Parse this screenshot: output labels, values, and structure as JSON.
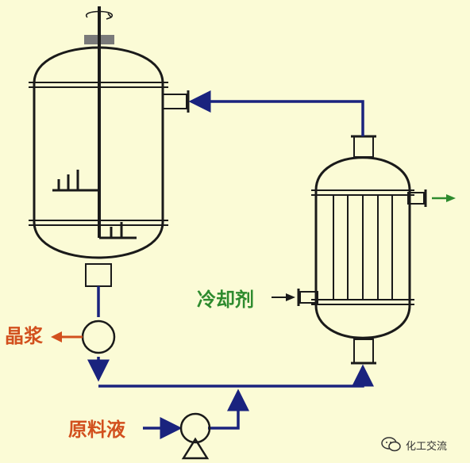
{
  "labels": {
    "crystal_slurry": "晶浆",
    "feed_liquid": "原料液",
    "coolant": "冷却剂"
  },
  "watermark": {
    "text": "化工交流",
    "icon": "wechat-icon"
  },
  "colors": {
    "background": "#fbfbd6",
    "pipe": "#1a237e",
    "vessel": "#1a1a1a",
    "label_orange": "#d2501e",
    "label_green": "#2e8b2e"
  }
}
